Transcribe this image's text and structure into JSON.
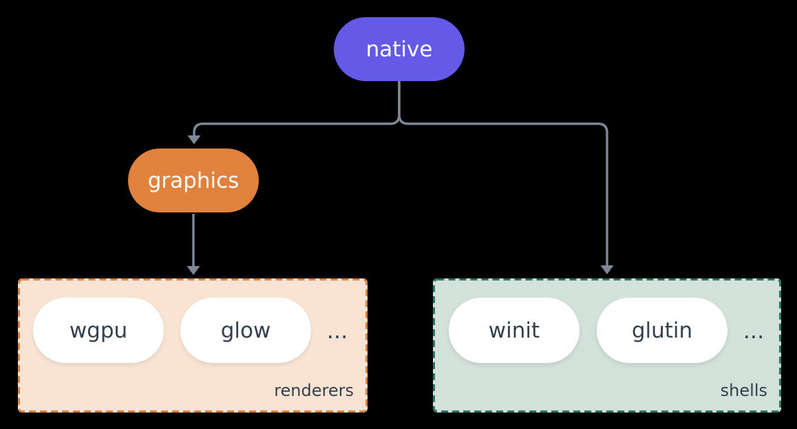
{
  "diagram": {
    "background_color": "#000000",
    "connector_color": "#7d8996",
    "item_text_color": "#33404e",
    "root_node": {
      "label": "native",
      "fill": "#6559e8",
      "text_color": "#ffffff"
    },
    "child_node": {
      "label": "graphics",
      "fill": "#e0823d",
      "text_color": "#ffffff"
    },
    "groups": [
      {
        "id": "renderers",
        "label": "renderers",
        "fill": "#f9e4d3",
        "border_color": "#e0813c",
        "items": [
          "wgpu",
          "glow"
        ],
        "ellipsis": "..."
      },
      {
        "id": "shells",
        "label": "shells",
        "fill": "#d2e1d9",
        "border_color": "#2e7466",
        "items": [
          "winit",
          "glutin"
        ],
        "ellipsis": "..."
      }
    ],
    "edges": [
      {
        "from": "native",
        "to": "graphics"
      },
      {
        "from": "native",
        "to": "shells"
      },
      {
        "from": "graphics",
        "to": "renderers"
      }
    ]
  }
}
